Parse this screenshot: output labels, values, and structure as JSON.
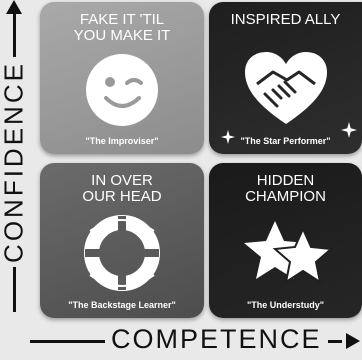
{
  "axes": {
    "y_label": "CONFIDENCE",
    "x_label": "COMPETENCE"
  },
  "quadrants": {
    "top_left": {
      "title": "FAKE IT 'TIL\nYOU MAKE IT",
      "subtitle": "\"The Improviser\"",
      "icon": "winking-face-icon"
    },
    "top_right": {
      "title": "INSPIRED ALLY",
      "subtitle": "\"The Star Performer\"",
      "icon": "handshake-heart-icon"
    },
    "bottom_left": {
      "title": "IN OVER\nOUR HEAD",
      "subtitle": "\"The Backstage Learner\"",
      "icon": "life-buoy-icon"
    },
    "bottom_right": {
      "title": "HIDDEN\nCHAMPION",
      "subtitle": "\"The Understudy\"",
      "icon": "two-stars-icon"
    }
  },
  "colors": {
    "top_left": "#9a9a9a",
    "top_right": "#262626",
    "bottom_left": "#5a5a5a",
    "bottom_right": "#202020",
    "text": "#ffffff",
    "axis": "#111111"
  }
}
